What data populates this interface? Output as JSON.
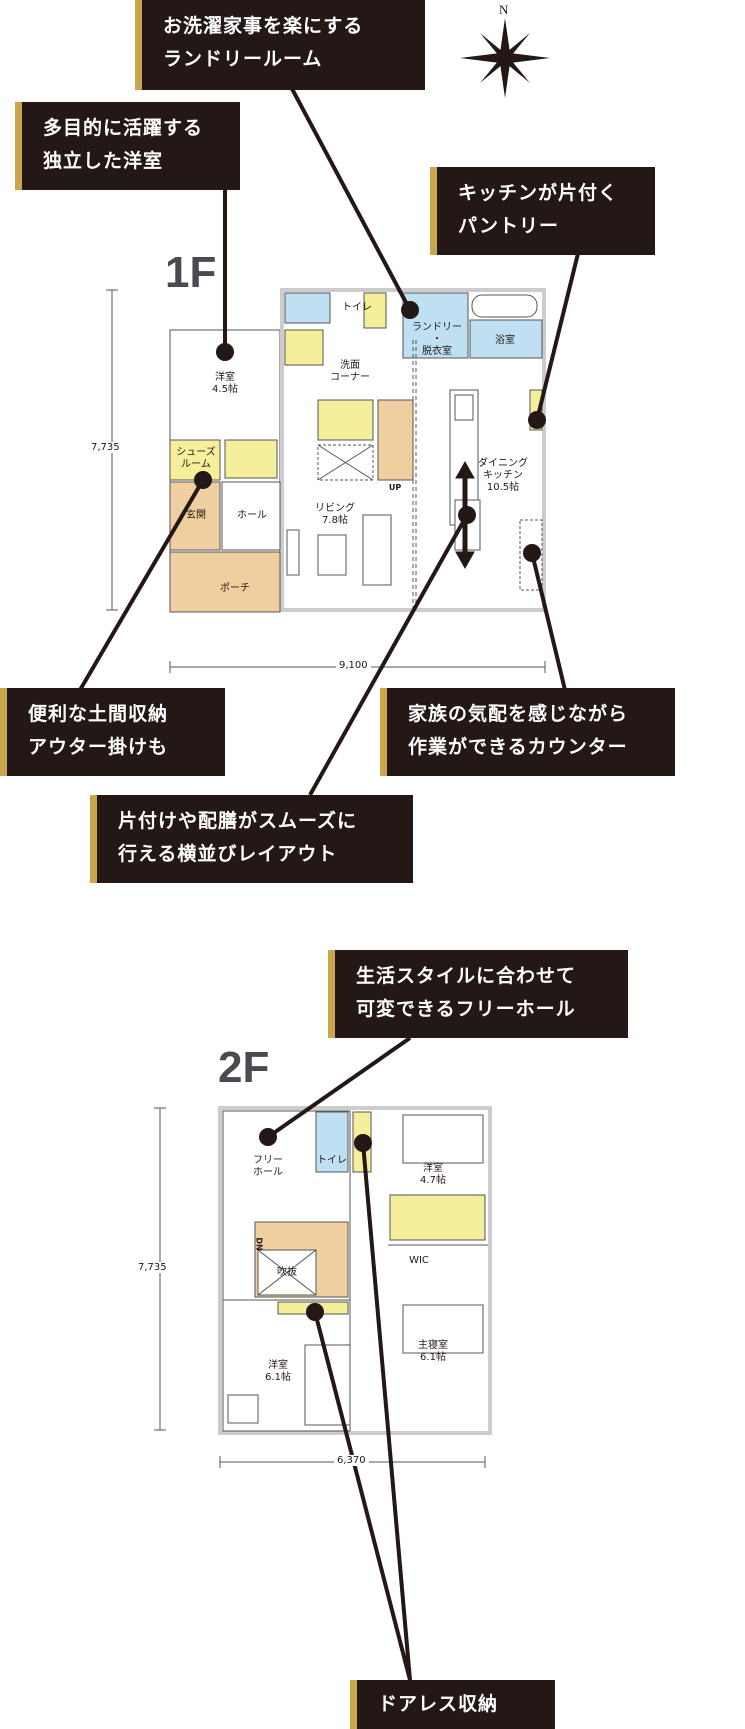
{
  "compass": {
    "north_label": "N"
  },
  "callouts": {
    "laundry": [
      "お洗濯家事を楽にする",
      "ランドリールーム"
    ],
    "western_room": [
      "多目的に活躍する",
      "独立した洋室"
    ],
    "pantry": [
      "キッチンが片付く",
      "パントリー"
    ],
    "doma": [
      "便利な土間収納",
      "アウター掛けも"
    ],
    "counter": [
      "家族の気配を感じながら",
      "作業ができるカウンター"
    ],
    "layout": [
      "片付けや配膳がスムーズに",
      "行える横並びレイアウト"
    ],
    "free_hall": [
      "生活スタイルに合わせて",
      "可変できるフリーホール"
    ],
    "doorless": [
      "ドアレス収納"
    ]
  },
  "floor1": {
    "label": "1F",
    "height_dim": "7,735",
    "width_dim": "9,100",
    "rooms": {
      "toilet": "トイレ",
      "laundry": [
        "ランドリー",
        "・",
        "脱衣室"
      ],
      "bath": "浴室",
      "western": [
        "洋室",
        "4.5帖"
      ],
      "washroom": [
        "洗面",
        "コーナー"
      ],
      "shoes": [
        "シューズ",
        "ルーム"
      ],
      "entrance": "玄関",
      "hall": "ホール",
      "living": [
        "リビング",
        "7.8帖"
      ],
      "dining": [
        "ダイニング",
        "キッチン",
        "10.5帖"
      ],
      "porch": "ポーチ",
      "up": "UP"
    }
  },
  "floor2": {
    "label": "2F",
    "height_dim": "7,735",
    "width_dim": "6,370",
    "rooms": {
      "free_hall": [
        "フリー",
        "ホール"
      ],
      "toilet": "トイレ",
      "western_a": [
        "洋室",
        "4.7帖"
      ],
      "wic": "WIC",
      "void": "吹抜",
      "dn": "DN",
      "master": [
        "主寝室",
        "6.1帖"
      ],
      "western_b": [
        "洋室",
        "6.1帖"
      ]
    }
  },
  "colors": {
    "callout_bg": "#231815",
    "accent_gold": "#c9a64b",
    "wet_blue": "#bfe0f2",
    "storage_yellow": "#f5ee9a",
    "floor_tan": "#efcf9f",
    "wall_gray": "#d9d9d9"
  }
}
